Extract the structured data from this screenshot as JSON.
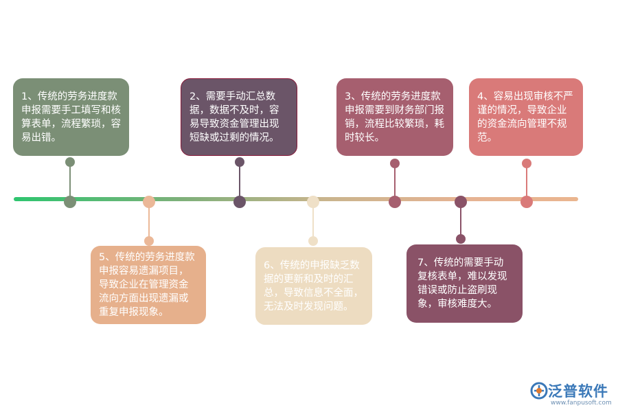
{
  "items": [
    {
      "text": "1、传统的劳务进度款申报需要手工填写和核算表单，流程繁琐，容易出错。",
      "color": "#7b8f76"
    },
    {
      "text": "2、需要手动汇总数据，数据不及时，容易导致资金管理出现短缺或过剩的情况。",
      "color": "#6b5568"
    },
    {
      "text": "3、传统的劳务进度款申报需要到财务部门报销，流程比较繁琐，耗时较长。",
      "color": "#a65f6f"
    },
    {
      "text": "4、容易出现审核不严谨的情况，导致企业的资金流向管理不规范。",
      "color": "#d97a79"
    },
    {
      "text": "5、传统的劳务进度款申报容易遗漏项目，导致企业在管理资金流向方面出现遗漏或重复申报现象。",
      "color": "#e6b08c"
    },
    {
      "text": "6、传统的申报缺乏数据的更新和及时的汇总，导致信息不全面，无法及时发现问题。",
      "color": "#eddcc1"
    },
    {
      "text": "7、传统的需要手动复核表单，难以发现错误或防止盗刷现象，审核难度大。",
      "color": "#8a5267"
    }
  ],
  "logo": {
    "name": "泛普软件",
    "url": "www.fanpusoft.com"
  }
}
